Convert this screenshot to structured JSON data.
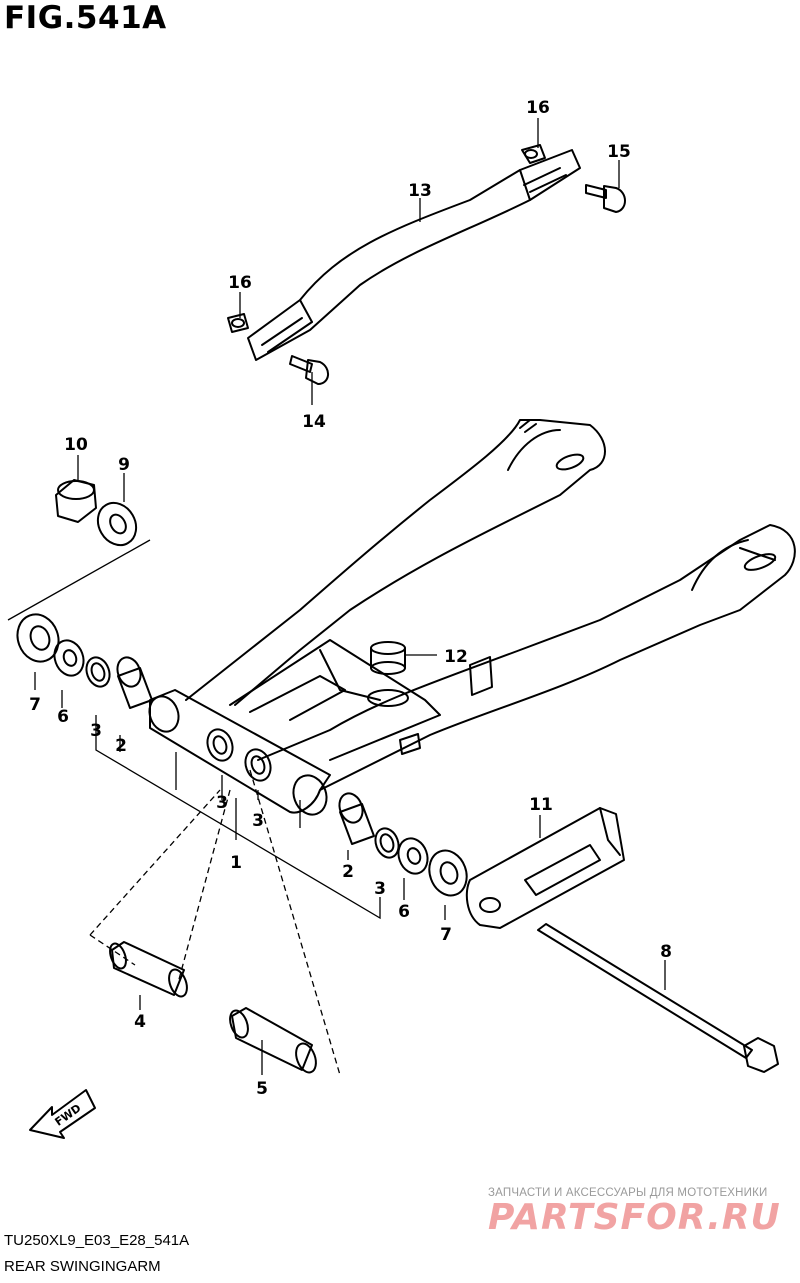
{
  "figure_title": "FIG.541A",
  "callouts": {
    "p1": "1",
    "p2a": "2",
    "p2b": "2",
    "p3a": "3",
    "p3b": "3",
    "p3c": "3",
    "p3d": "3",
    "p4": "4",
    "p5": "5",
    "p6a": "6",
    "p6b": "6",
    "p7a": "7",
    "p7b": "7",
    "p8": "8",
    "p9": "9",
    "p10": "10",
    "p11": "11",
    "p12": "12",
    "p13": "13",
    "p14": "14",
    "p15": "15",
    "p16a": "16",
    "p16b": "16"
  },
  "fwd_label": "FWD",
  "footer": {
    "code": "TU250XL9_E03_E28_541A",
    "name": "REAR SWINGINGARM"
  },
  "watermark": {
    "tagline": "ЗАПЧАСТИ И АКСЕССУАРЫ ДЛЯ МОТОТЕХНИКИ",
    "logo": "PARTSFOR.RU"
  },
  "colors": {
    "line": "#000000",
    "background": "#ffffff",
    "watermark": "#f1a3a3"
  }
}
